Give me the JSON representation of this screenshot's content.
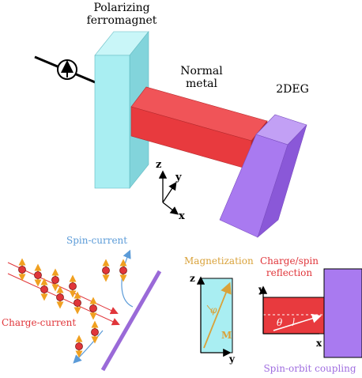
{
  "labels": {
    "polarizing_ferromagnet": [
      "Polarizing",
      "ferromagnet"
    ],
    "normal_metal": [
      "Normal",
      "metal"
    ],
    "twodeg": "2DEG",
    "axis_z": "z",
    "axis_y": "y",
    "axis_x": "x",
    "spin_current": "Spin-current",
    "charge_current": "Charge-current",
    "magnetization": "Magnetization",
    "phi": "φ",
    "m_vector": "M",
    "charge_spin_reflection": [
      "Charge/spin",
      "reflection"
    ],
    "theta": "θ",
    "spin_orbit_coupling": "Spin-orbit coupling"
  },
  "colors": {
    "ferromagnet": "#a9eef2",
    "metal": "#e83a3e",
    "twodeg": "#a97af0",
    "spin_current": "#5b9bd8",
    "charge_current": "#e0353a",
    "magnetization": "#d9a23a",
    "spin_orbit": "#a06ee0"
  }
}
